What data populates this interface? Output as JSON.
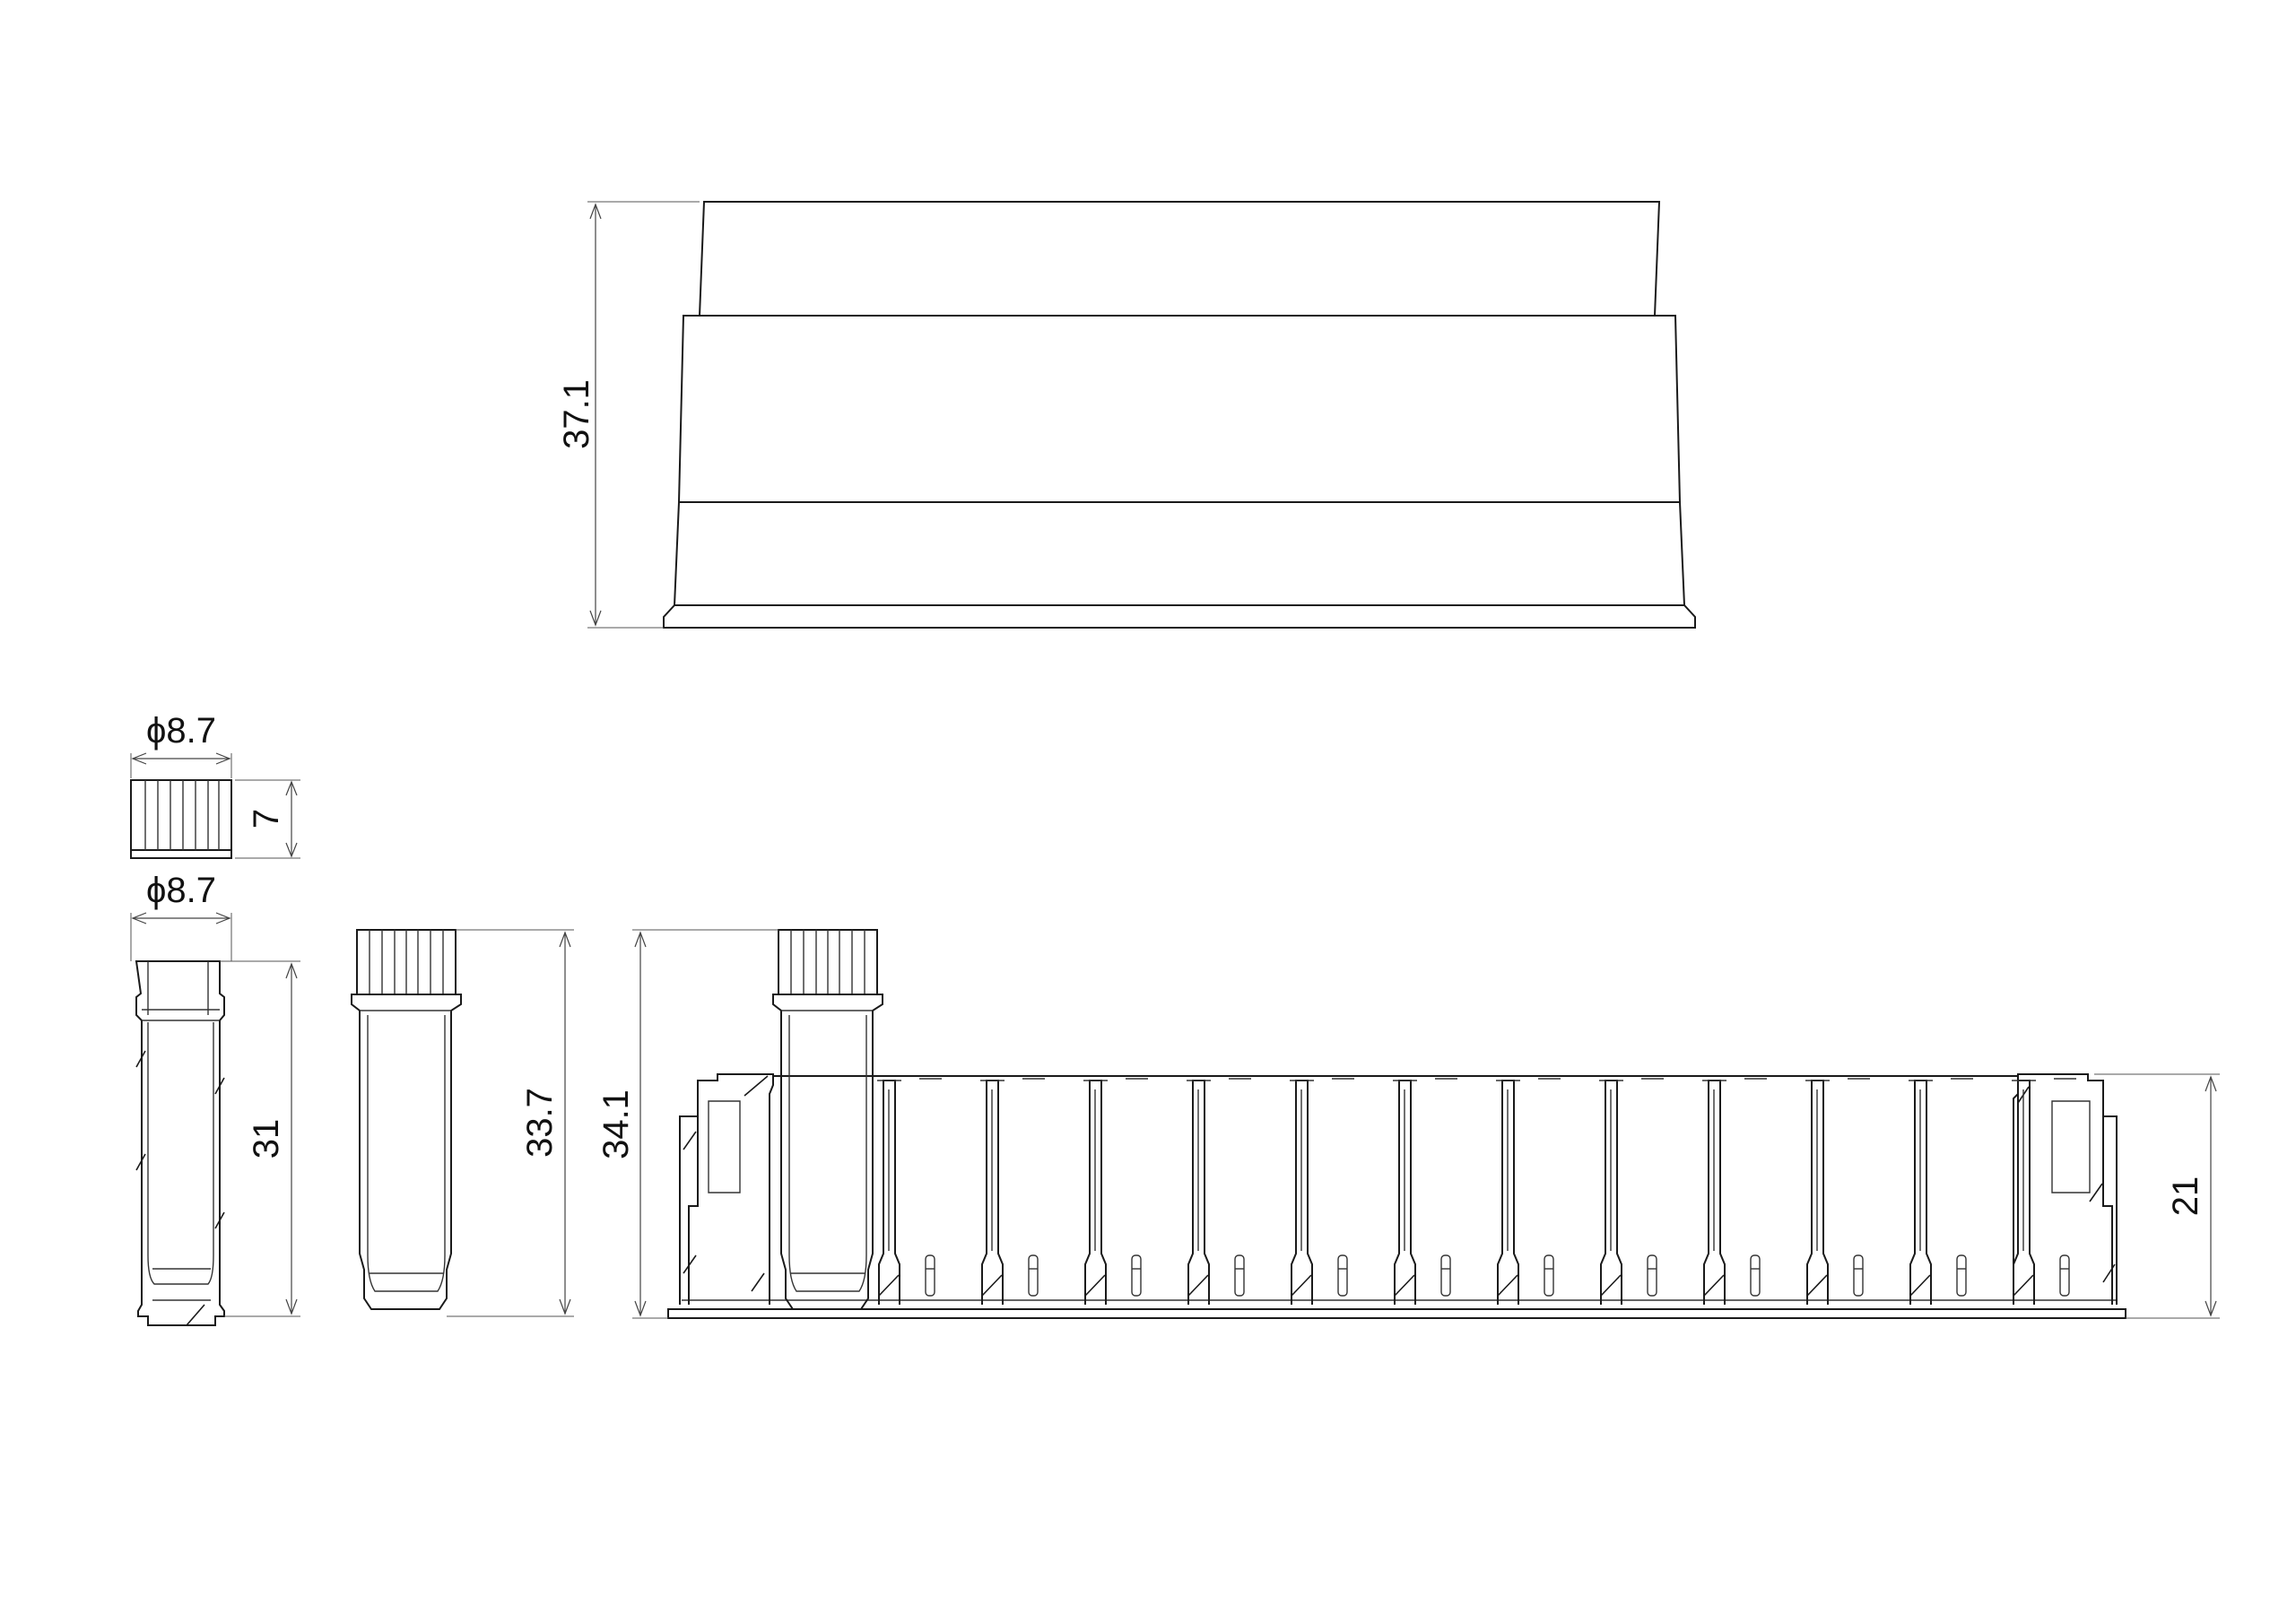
{
  "dimensions": {
    "box_height": "37.1",
    "cap_diameter": "ϕ8.7",
    "cap_height": "7",
    "tube_diameter": "ϕ8.7",
    "tube_height": "31",
    "capped_tube_height": "33.7",
    "rack_with_tube_height": "34.1",
    "rack_height": "21"
  },
  "colors": {
    "line": "#1a1a1a",
    "dimension": "#444444",
    "background": "#ffffff"
  }
}
